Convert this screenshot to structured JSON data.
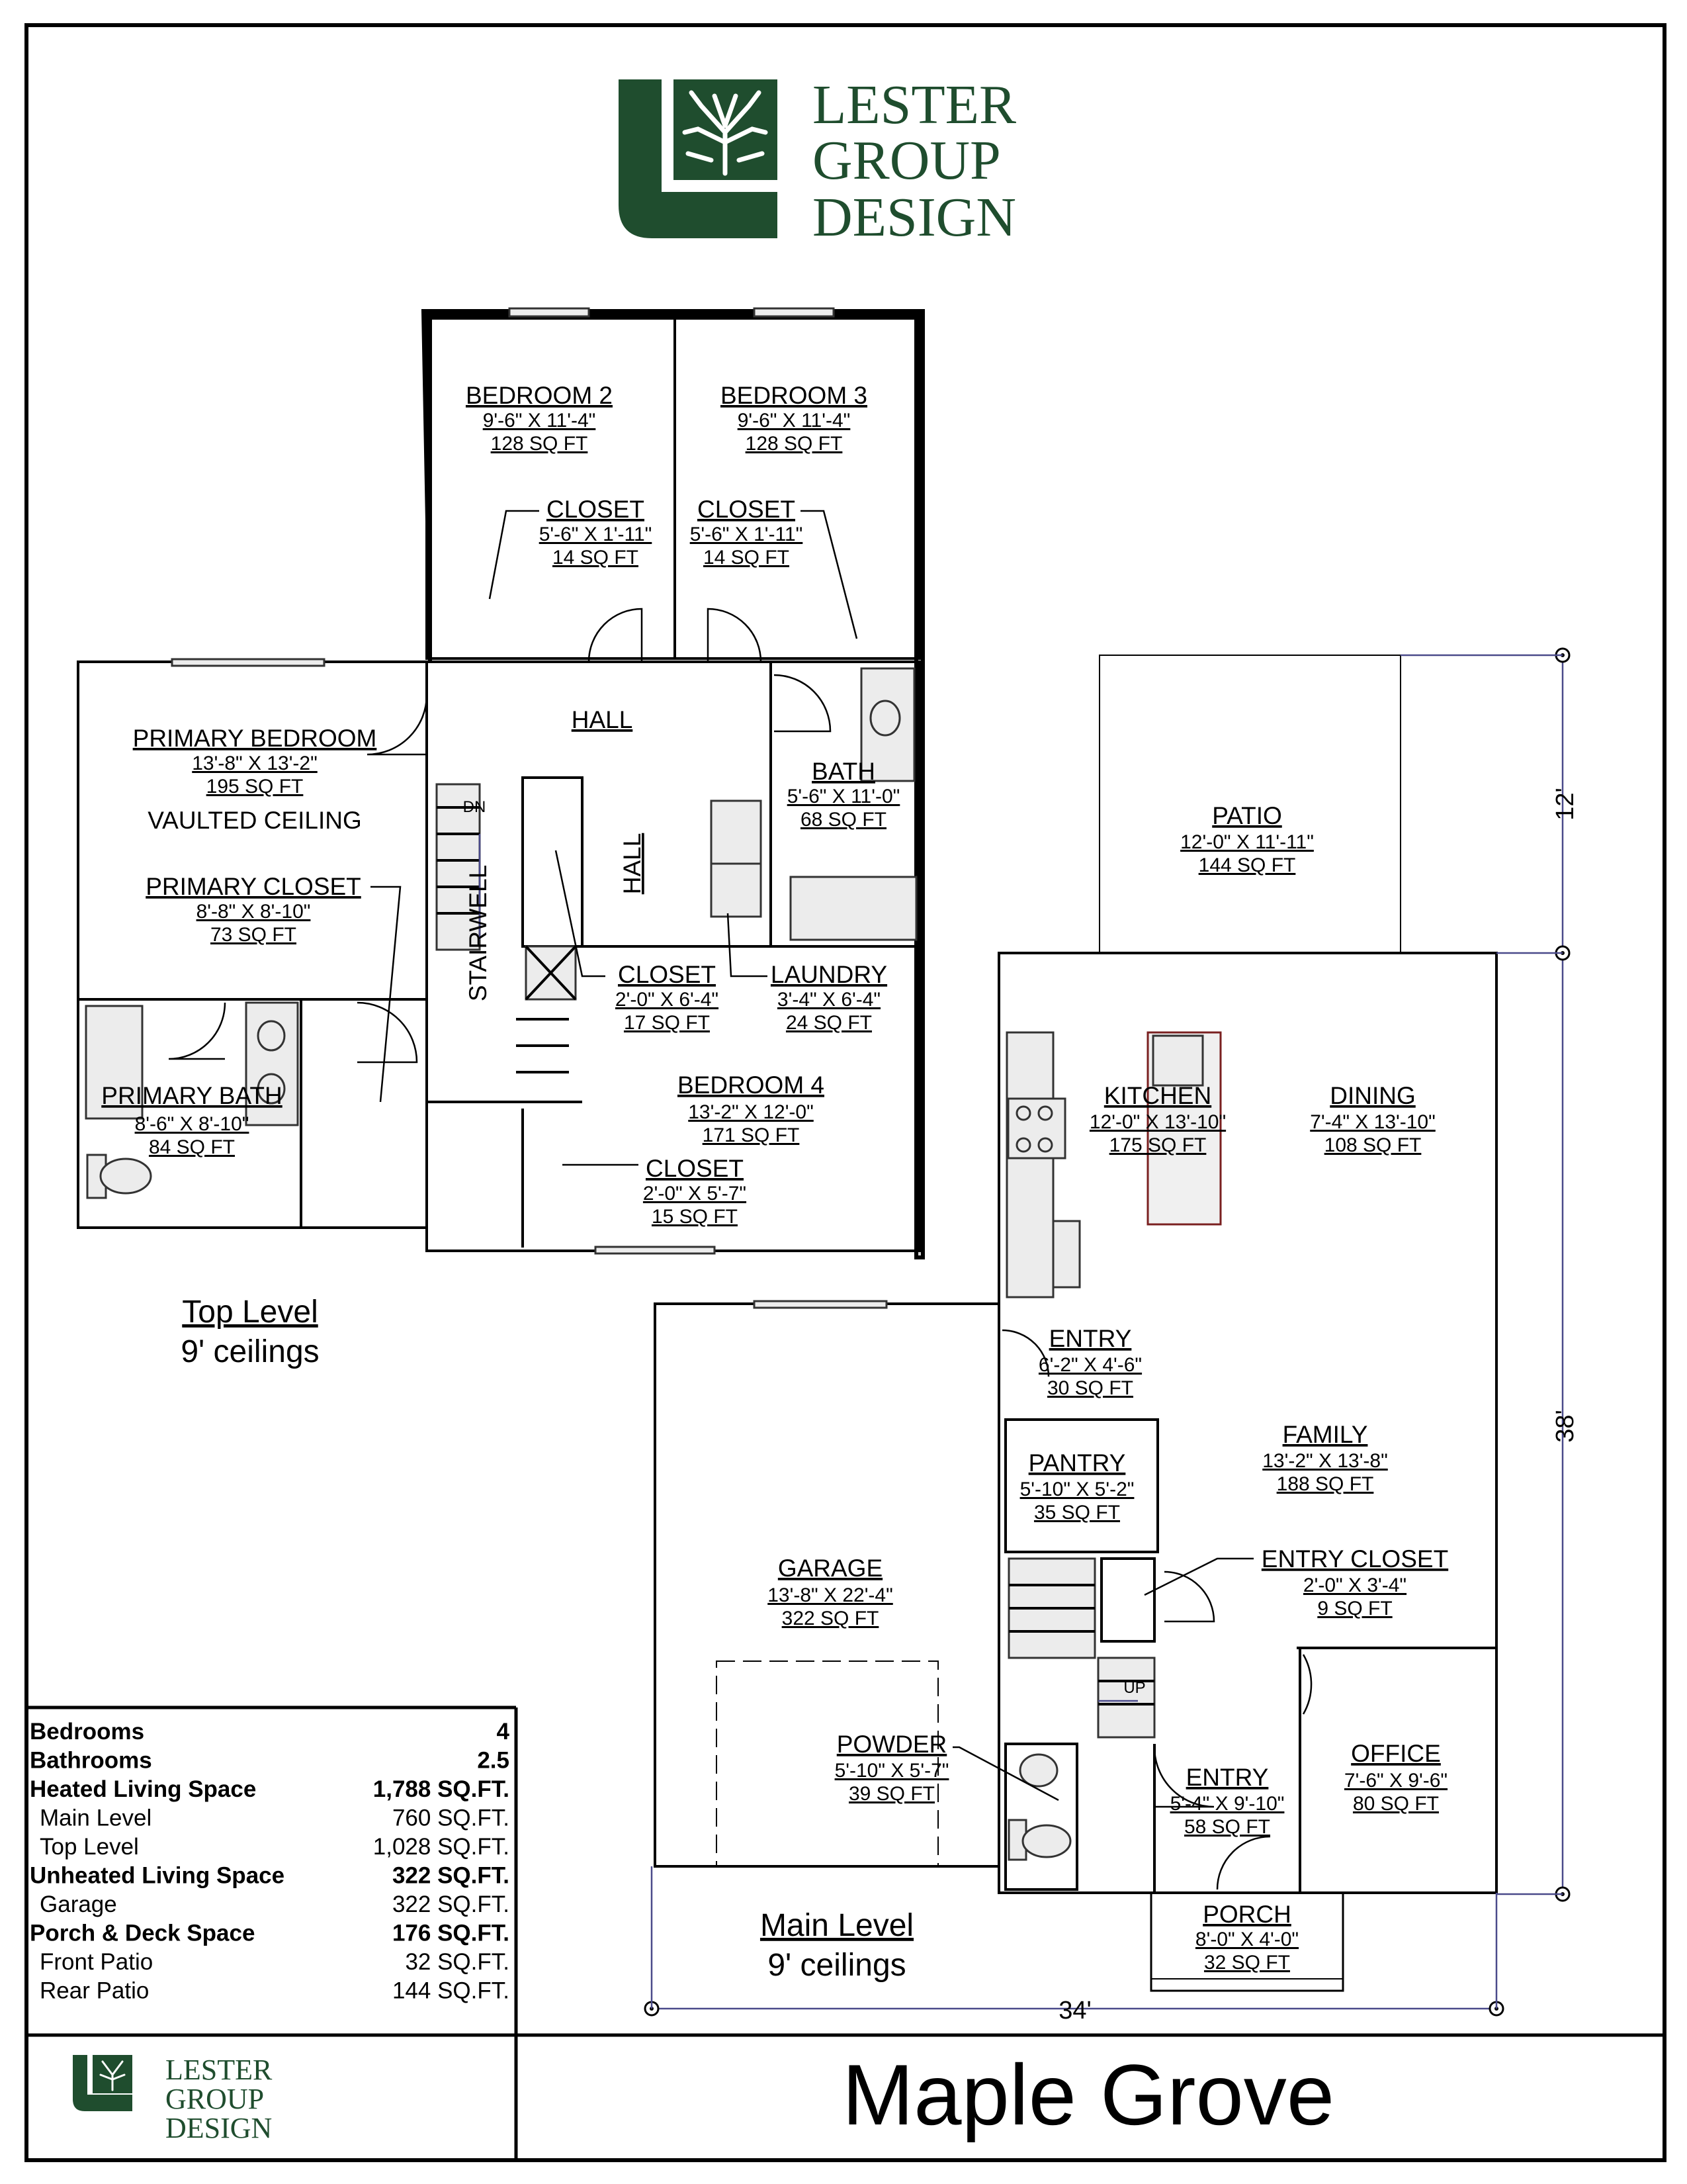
{
  "logo": {
    "line1": "LESTER",
    "line2": "GROUP",
    "line3": "DESIGN",
    "color": "#1f4d2e"
  },
  "plan_title": "Maple Grove",
  "top_level": {
    "label": "Top Level",
    "ceiling": "9' ceilings",
    "rooms": [
      {
        "name": "BEDROOM 2",
        "dim": "9'-6\" X 11'-4\"",
        "area": "128 SQ FT"
      },
      {
        "name": "BEDROOM 3",
        "dim": "9'-6\" X 11'-4\"",
        "area": "128 SQ FT"
      },
      {
        "name": "CLOSET",
        "dim": "5'-6\" X 1'-11\"",
        "area": "14 SQ FT"
      },
      {
        "name": "CLOSET",
        "dim": "5'-6\" X 1'-11\"",
        "area": "14 SQ FT"
      },
      {
        "name": "HALL"
      },
      {
        "name": "PRIMARY BEDROOM",
        "dim": "13'-8\" X 13'-2\"",
        "area": "195 SQ FT",
        "note": "VAULTED CEILING"
      },
      {
        "name": "PRIMARY CLOSET",
        "dim": "8'-8\" X 8'-10\"",
        "area": "73 SQ FT"
      },
      {
        "name": "PRIMARY BATH",
        "dim": "8'-6\" X 8'-10\"",
        "area": "84 SQ FT"
      },
      {
        "name": "BATH",
        "dim": "5'-6\" X 11'-0\"",
        "area": "68 SQ FT"
      },
      {
        "name": "HALL"
      },
      {
        "name": "STAIRWELL"
      },
      {
        "name": "CLOSET",
        "dim": "2'-0\" X 6'-4\"",
        "area": "17 SQ FT"
      },
      {
        "name": "LAUNDRY",
        "dim": "3'-4\" X 6'-4\"",
        "area": "24 SQ FT"
      },
      {
        "name": "BEDROOM 4",
        "dim": "13'-2\" X 12'-0\"",
        "area": "171 SQ FT"
      },
      {
        "name": "CLOSET",
        "dim": "2'-0\" X 5'-7\"",
        "area": "15 SQ FT"
      }
    ],
    "stair_label": "DN"
  },
  "main_level": {
    "label": "Main Level",
    "ceiling": "9' ceilings",
    "rooms": [
      {
        "name": "PATIO",
        "dim": "12'-0\" X 11'-11\"",
        "area": "144 SQ FT"
      },
      {
        "name": "KITCHEN",
        "dim": "12'-0\" X 13'-10\"",
        "area": "175 SQ FT"
      },
      {
        "name": "DINING",
        "dim": "7'-4\" X 13'-10\"",
        "area": "108 SQ FT"
      },
      {
        "name": "ENTRY",
        "dim": "6'-2\" X 4'-6\"",
        "area": "30 SQ FT"
      },
      {
        "name": "FAMILY",
        "dim": "13'-2\" X 13'-8\"",
        "area": "188 SQ FT"
      },
      {
        "name": "PANTRY",
        "dim": "5'-10\" X 5'-2\"",
        "area": "35 SQ FT"
      },
      {
        "name": "GARAGE",
        "dim": "13'-8\" X 22'-4\"",
        "area": "322 SQ FT"
      },
      {
        "name": "ENTRY CLOSET",
        "dim": "2'-0\" X 3'-4\"",
        "area": "9 SQ FT"
      },
      {
        "name": "POWDER",
        "dim": "5'-10\" X 5'-7\"",
        "area": "39 SQ FT"
      },
      {
        "name": "ENTRY",
        "dim": "5'-4\" X 9'-10\"",
        "area": "58 SQ FT"
      },
      {
        "name": "OFFICE",
        "dim": "7'-6\" X 9'-6\"",
        "area": "80 SQ FT"
      },
      {
        "name": "PORCH",
        "dim": "8'-0\" X 4'-0\"",
        "area": "32 SQ FT"
      }
    ],
    "stair_label": "UP",
    "dimensions": {
      "width": "34'",
      "depth": "38'",
      "patio_depth": "12'"
    }
  },
  "summary_table": [
    {
      "label": "Bedrooms",
      "value": "4",
      "bold": true,
      "indent": false
    },
    {
      "label": "Bathrooms",
      "value": "2.5",
      "bold": true,
      "indent": false
    },
    {
      "label": "Heated Living Space",
      "value": "1,788 SQ.FT.",
      "bold": true,
      "indent": false
    },
    {
      "label": "Main Level",
      "value": "760 SQ.FT.",
      "bold": false,
      "indent": true
    },
    {
      "label": "Top Level",
      "value": "1,028 SQ.FT.",
      "bold": false,
      "indent": true
    },
    {
      "label": "Unheated Living Space",
      "value": "322 SQ.FT.",
      "bold": true,
      "indent": false
    },
    {
      "label": "Garage",
      "value": "322 SQ.FT.",
      "bold": false,
      "indent": true
    },
    {
      "label": "Porch & Deck Space",
      "value": "176 SQ.FT.",
      "bold": true,
      "indent": false
    },
    {
      "label": "Front Patio",
      "value": "32 SQ.FT.",
      "bold": false,
      "indent": true
    },
    {
      "label": "Rear Patio",
      "value": "144 SQ.FT.",
      "bold": false,
      "indent": true
    }
  ]
}
